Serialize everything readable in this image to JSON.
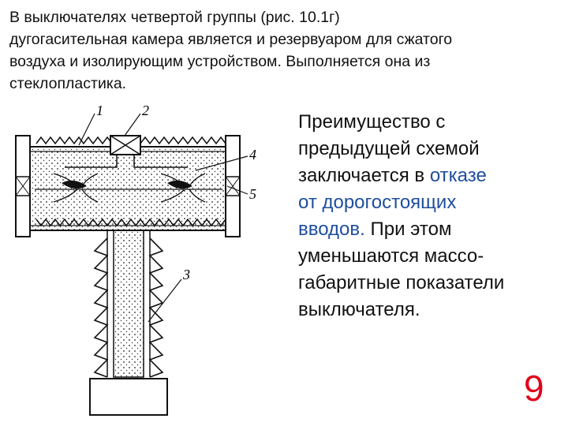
{
  "intro_lines": [
    "В выключателях четвертой группы (рис. 10.1г)",
    "дугогасительная камера является и резервуаром для сжатого",
    "воздуха и изолирующим устройством. Выполняется она из",
    "стеклопластика."
  ],
  "side_text": {
    "line1": "Преимущество с",
    "line2": "предыдущей схемой",
    "line3_pre": "заключается в ",
    "line3_hl": "отказе",
    "line4_hl": "от дорогостоящих",
    "line5_hl": "вводов.",
    "line5_post": " При этом",
    "line6": "уменьшаются массо-",
    "line7": "габаритные показатели",
    "line8": "выключателя."
  },
  "figure_labels": {
    "l1": "1",
    "l2": "2",
    "l3": "3",
    "l4": "4",
    "l5": "5"
  },
  "page_number": "9",
  "colors": {
    "highlight": "#1f4e9c",
    "page_number": "#e0001b"
  }
}
